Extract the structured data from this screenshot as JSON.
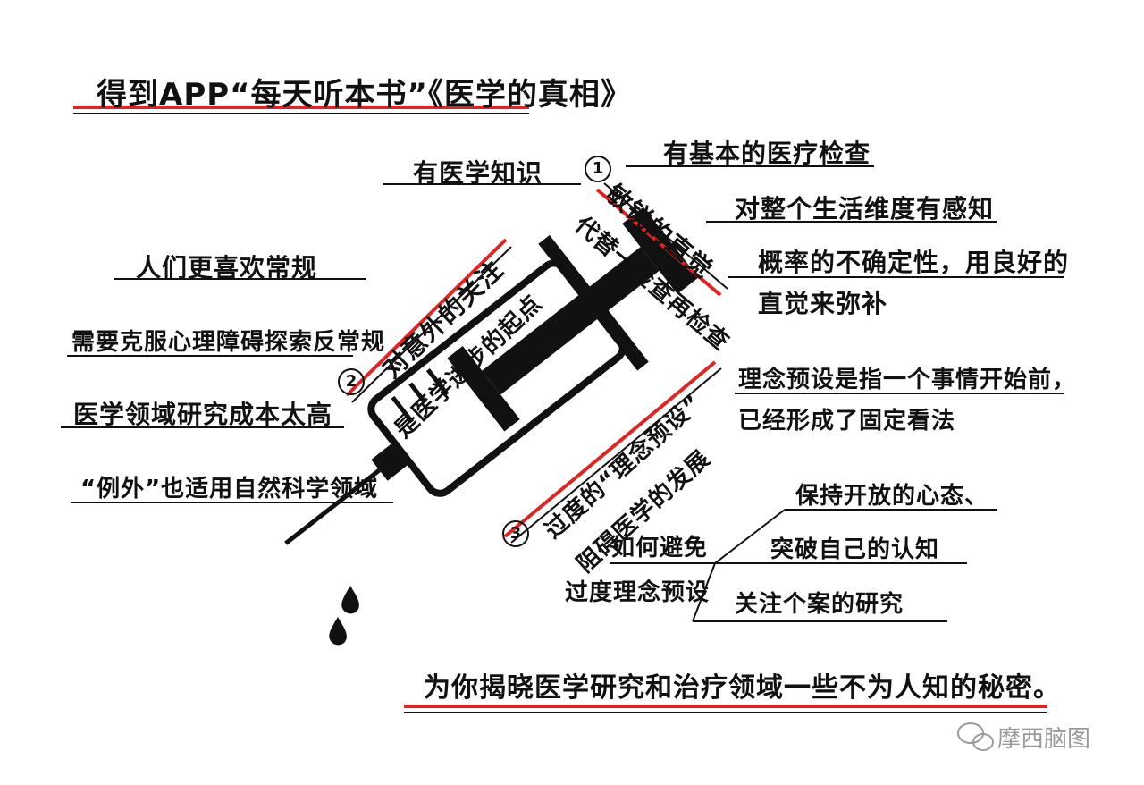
{
  "title": "得到APP“每天听本书”《医学的真相》",
  "bottom_caption": "为你揭晓医学研究和治疗领域一些不为人知的秘密。",
  "watermark": "摩西脑图",
  "section1": {
    "number": "1",
    "heading": "敏锐的直觉",
    "subheading": "代替一检查再检查",
    "branches": [
      "有医学知识",
      "有基本的医疗检查",
      "对整个生活维度有感知",
      "概率的不确定性，用良好的",
      "直觉来弥补"
    ]
  },
  "section2": {
    "number": "2",
    "heading": "对意外的关注",
    "subheading": "是医学进步的起点",
    "branches": [
      "人们更喜欢常规",
      "需要克服心理障碍探索反常规",
      "医学领域研究成本太高",
      "“例外”也适用自然科学领域"
    ]
  },
  "section3": {
    "number": "3",
    "heading": "过度的“理念预设”",
    "subheading": "阻碍医学的发展",
    "branches": [
      "理念预设是指一个事情开始前，",
      "已经形成了固定看法",
      "如何避免",
      "过度理念预设",
      "保持开放的心态、",
      "突破自己的认知",
      "关注个案的研究"
    ]
  },
  "colors": {
    "accent": "#e02424",
    "ink": "#111111",
    "watermark": "#9a9a9a"
  }
}
